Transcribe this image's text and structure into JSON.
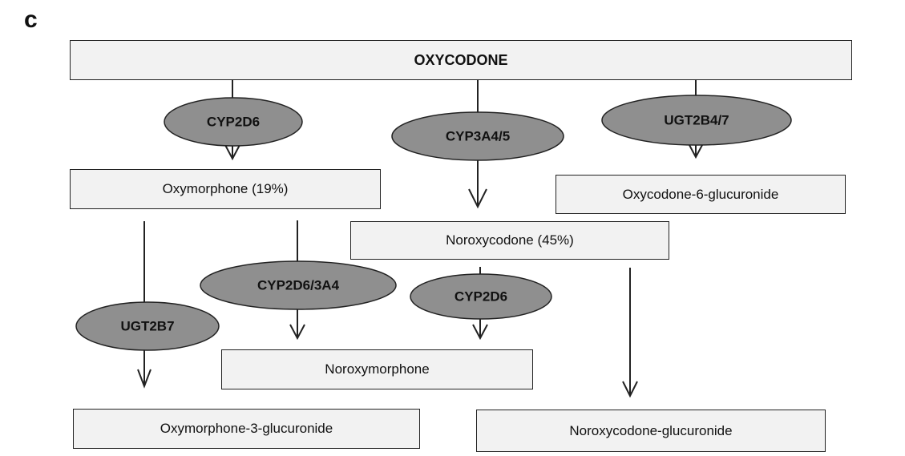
{
  "panel_label": "c",
  "compounds": {
    "oxycodone": "OXYCODONE",
    "oxymorphone": "Oxymorphone (19%)",
    "noroxycodone": "Noroxycodone (45%)",
    "oxycodone_glucuronide": "Oxycodone-6-glucuronide",
    "noroxymorphone": "Noroxymorphone",
    "oxymorphone_glucuronide": "Oxymorphone-3-glucuronide",
    "noroxycodone_glucuronide": "Noroxycodone-glucuronide"
  },
  "enzymes": {
    "cyp2d6_a": "CYP2D6",
    "cyp3a4_5": "CYP3A4/5",
    "ugt2b4_7": "UGT2B4/7",
    "ugt2b7": "UGT2B7",
    "cyp2d6_3a4": "CYP2D6/3A4",
    "cyp2d6_b": "CYP2D6"
  },
  "colors": {
    "box_fill": "#f2f2f2",
    "enzyme_fill": "#8f8f8f",
    "stroke": "#222222"
  }
}
